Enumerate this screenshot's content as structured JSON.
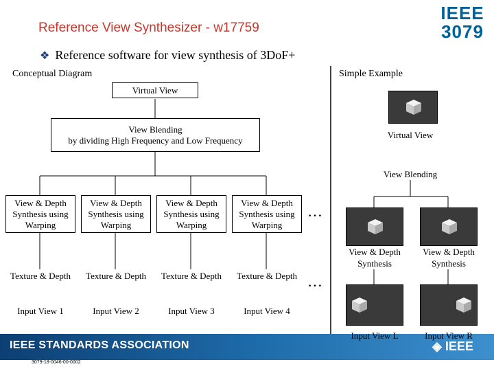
{
  "header": {
    "title": "Reference View Synthesizer - w17759",
    "logo_line1": "IEEE",
    "logo_line2": "3079"
  },
  "bullet_text": "Reference software for view synthesis of 3DoF+",
  "conceptual": {
    "label": "Conceptual Diagram",
    "virtual_view": "Virtual View",
    "blending_line1": "View Blending",
    "blending_line2": "by dividing High Frequency and Low Frequency",
    "warping_boxes": [
      "View & Depth Synthesis using Warping",
      "View & Depth Synthesis using Warping",
      "View & Depth Synthesis using Warping",
      "View & Depth Synthesis using Warping"
    ],
    "texture_depth": [
      "Texture & Depth",
      "Texture & Depth",
      "Texture & Depth",
      "Texture & Depth"
    ],
    "input_views": [
      "Input View 1",
      "Input View 2",
      "Input View 3",
      "Input View 4"
    ],
    "ellipsis": "…"
  },
  "example": {
    "label": "Simple Example",
    "virtual_view": "Virtual View",
    "view_blending": "View Blending",
    "synthesis_left": "View & Depth Synthesis",
    "synthesis_right": "View & Depth Synthesis",
    "input_left": "Input View L",
    "input_right": "Input View R"
  },
  "footer": {
    "association": "IEEE STANDARDS ASSOCIATION",
    "logo": "IEEE",
    "doc_number": "3079-18-0046-00-0002"
  },
  "colors": {
    "title": "#c8352b",
    "brand_blue": "#00629b",
    "footer_dark": "#0d3f73",
    "thumbnail_bg": "#3a3a3a"
  }
}
